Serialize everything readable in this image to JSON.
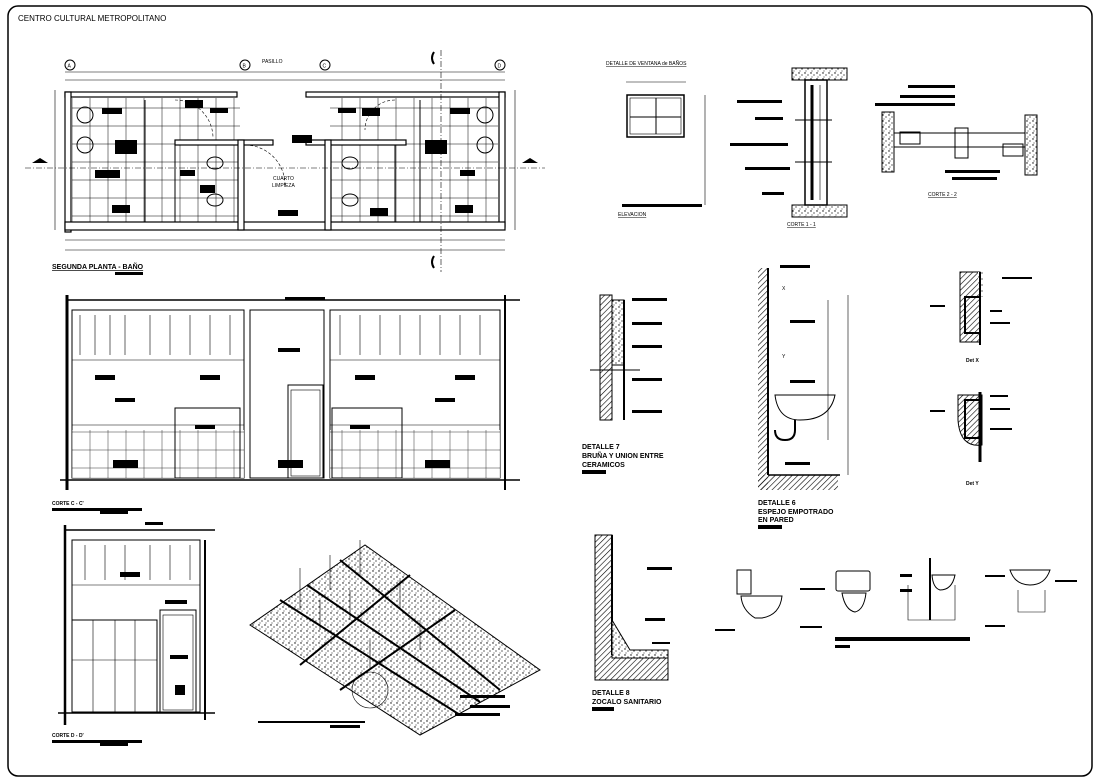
{
  "sheet": {
    "title": "CENTRO CULTURAL METROPOLITANO"
  },
  "plan": {
    "title": "SEGUNDA PLANTA - BAÑO",
    "corridor_label": "PASILLO",
    "room_label_1": "CUARTO",
    "room_label_2": "LIMPIEZA",
    "axes": [
      "A",
      "B",
      "C",
      "D"
    ]
  },
  "sections": {
    "corte_c": "CORTE  C - C'",
    "corte_d": "CORTE  D - D'"
  },
  "window_detail": {
    "title": "DETALLE DE VENTANA de BAÑOS",
    "elevation": "ELEVACION",
    "corte_1": "CORTE 1 - 1",
    "corte_2": "CORTE 2 - 2"
  },
  "detail_7": {
    "line1": "DETALLE  7",
    "line2": "BRUÑA Y UNION ENTRE",
    "line3": "CERAMICOS"
  },
  "detail_6": {
    "line1": "DETALLE  6",
    "line2": "ESPEJO EMPOTRADO",
    "line3": "EN PARED",
    "mark_x": "X",
    "mark_y": "Y"
  },
  "detail_8": {
    "line1": "DETALLE 8",
    "line2": "ZOCALO SANITARIO"
  },
  "det_x": "Det X",
  "det_y": "Det Y"
}
